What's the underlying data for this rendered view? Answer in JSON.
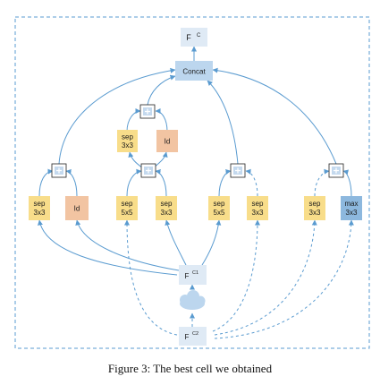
{
  "colors": {
    "edge": "#5a9bd0",
    "frame": "#5a9bd0",
    "op_yellow": "#f8dd8a",
    "op_orange": "#f2c4a2",
    "op_blue": "#8db8de",
    "node_light": "#dfeaf5",
    "concat_fill": "#bcd6ee",
    "cloud": "#bcd6ee"
  },
  "nodes": {
    "output": {
      "main": "F",
      "sup": "C"
    },
    "concat": {
      "label": "Concat"
    },
    "input1": {
      "main": "F",
      "sup": "C1"
    },
    "input2": {
      "main": "F",
      "sup": "C2"
    }
  },
  "ops": {
    "top_sep3x3": {
      "line1": "sep",
      "line2": "3x3",
      "color": "yellow"
    },
    "top_id": {
      "line1": "Id",
      "line2": "",
      "color": "orange"
    },
    "b1_sep3x3": {
      "line1": "sep",
      "line2": "3x3",
      "color": "yellow"
    },
    "b1_id": {
      "line1": "Id",
      "line2": "",
      "color": "orange"
    },
    "b2_sep5x5": {
      "line1": "sep",
      "line2": "5x5",
      "color": "yellow"
    },
    "b2_sep3x3": {
      "line1": "sep",
      "line2": "3x3",
      "color": "yellow"
    },
    "b3_sep5x5": {
      "line1": "sep",
      "line2": "5x5",
      "color": "yellow"
    },
    "b3_sep3x3": {
      "line1": "sep",
      "line2": "3x3",
      "color": "yellow"
    },
    "b4_sep3x3": {
      "line1": "sep",
      "line2": "3x3",
      "color": "yellow"
    },
    "b4_max3x3": {
      "line1": "max",
      "line2": "3x3",
      "color": "blue"
    }
  },
  "icons": {
    "add": "plus-box-icon",
    "cloud": "cloud-icon"
  },
  "caption": "Figure 3: The best cell we obtained"
}
